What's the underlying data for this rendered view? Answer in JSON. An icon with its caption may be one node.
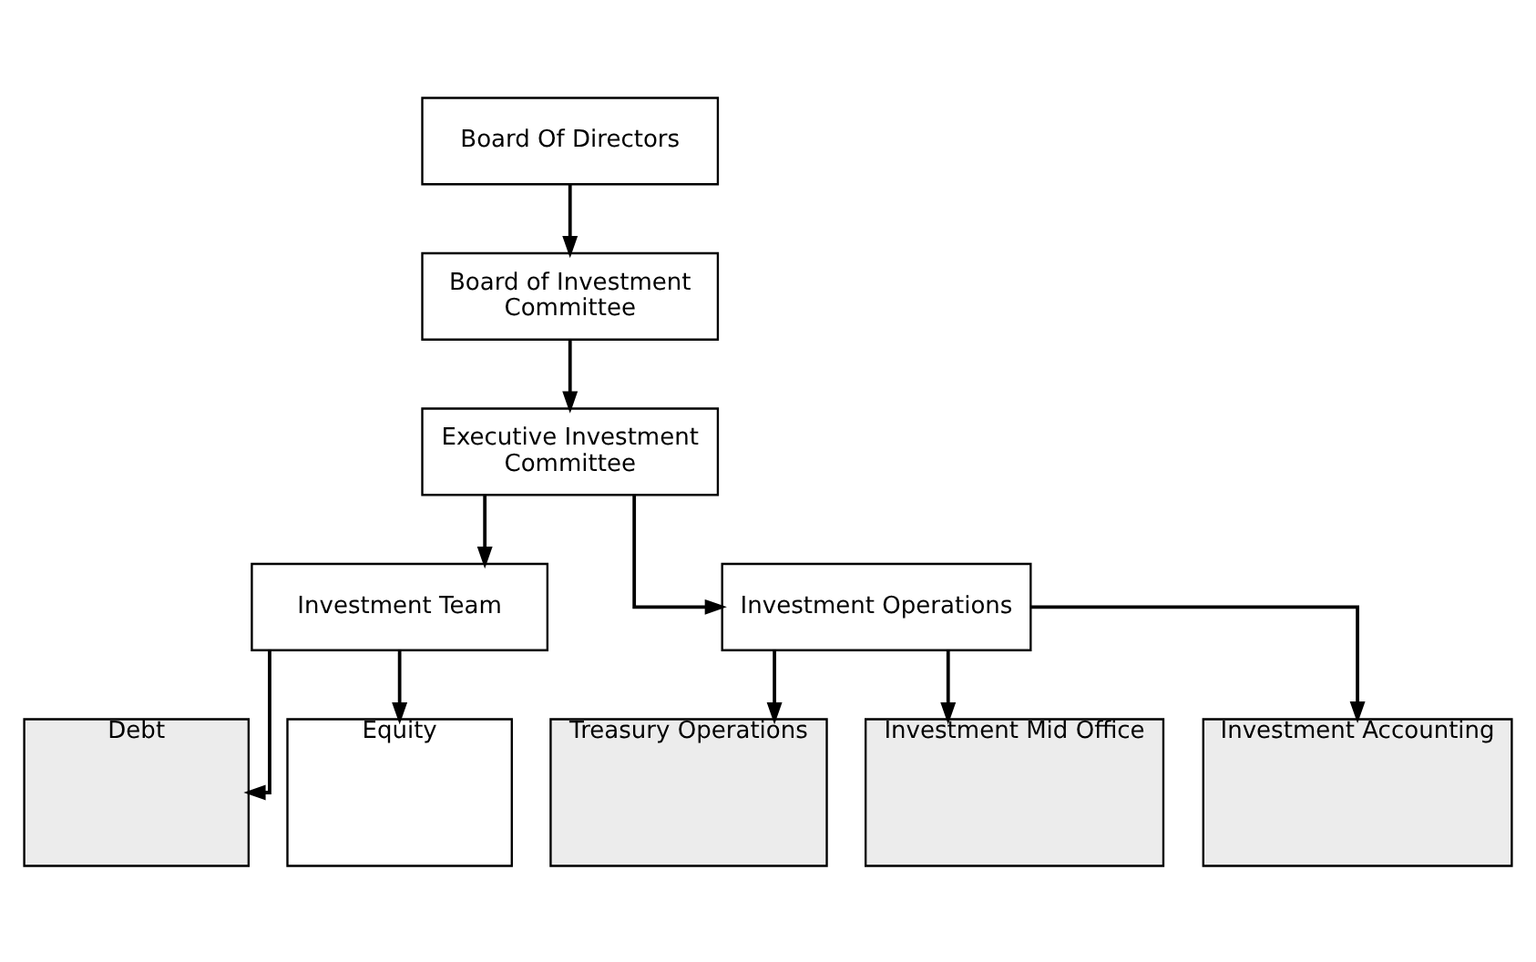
{
  "diagram": {
    "nodes": [
      {
        "text": [
          "Board Of Directors"
        ]
      },
      {
        "text": [
          "Board of Investment Committee"
        ]
      },
      {
        "text": [
          "Executive Investment Committee"
        ]
      },
      {
        "text": [
          "Investment Team"
        ]
      },
      {
        "text": [
          "Investment Operations"
        ]
      },
      {
        "text": [
          "Debt"
        ]
      },
      {
        "text": [
          "Equity"
        ]
      },
      {
        "text": [
          "Treasury Operations"
        ]
      },
      {
        "text": [
          "Investment Mid Office"
        ]
      },
      {
        "text": [
          "Investment Accounting"
        ]
      }
    ],
    "edges": [
      {
        "from": 0,
        "to": 1,
        "arrow": "to"
      },
      {
        "from": 1,
        "to": 2,
        "arrow": "to"
      },
      {
        "from": 2,
        "to": 3,
        "arrow": "to"
      },
      {
        "from": 2,
        "to": 4,
        "arrow": "to"
      },
      {
        "from": 3,
        "to": 5,
        "arrow": "to"
      },
      {
        "from": 3,
        "to": 6,
        "arrow": "to"
      },
      {
        "from": 4,
        "to": 7,
        "arrow": "to"
      },
      {
        "from": 4,
        "to": 8,
        "arrow": "to"
      },
      {
        "from": 4,
        "to": 9,
        "arrow": "to"
      }
    ]
  }
}
